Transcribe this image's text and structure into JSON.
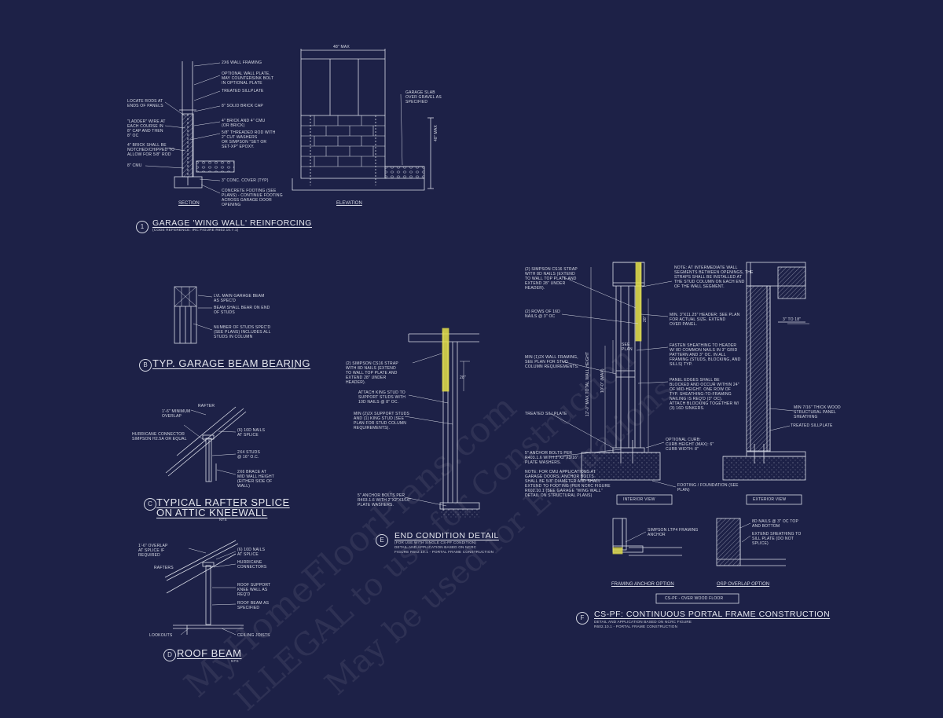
{
  "watermark": {
    "line1": "MyHomeFloorPlans.com",
    "line2": "ILLEGAL to use for Construction",
    "line3": "May be used for Evaluations"
  },
  "detail_a": {
    "marker": "1",
    "title": "GARAGE 'WING WALL' REINFORCING",
    "subtitle": "(CODE REFERENCE: IRC FIGURE R602.10.7.1)",
    "section_label": "SECTION",
    "elevation_label": "ELEVATION",
    "dim_top": "48\" MAX",
    "dim_side": "48\" MAX",
    "notes_left": [
      "LOCATE RODS AT\nENDS OF PANELS",
      "\"LADDER\" WIRE AT\nEACH COURSE IN\n8\" CAP AND THEN\n8\" OC",
      "4\" BRICK SHALL BE\nNOTCHED/CHIPPED TO\nALLOW FOR 5/8\" ROD",
      "8\" CMU"
    ],
    "notes_center": [
      "2x6 WALL FRAMING",
      "OPTIONAL WALL PLATE,\nMAY COUNTERSINK BOLT\nIN OPTIONAL PLATE",
      "TREATED SILLPLATE",
      "8\" SOLID BRICK CAP",
      "4\" BRICK AND 4\" CMU\n(OR BRICK)",
      "5/8\" THREADED ROD WITH\n2\" CUT WASHERS\nOR SIMPSON \"SET OR\nSET-XP\" EPOXY.",
      "3\" CONC. COVER (TYP)",
      "CONCRETE FOOTING (SEE\nPLANS) - CONTINUE FOOTING\nACROSS GARAGE DOOR\nOPENING"
    ],
    "note_right": "GARAGE SLAB\nOVER GRAVEL AS\nSPECIFIED"
  },
  "detail_b": {
    "marker": "B",
    "title": "TYP. GARAGE BEAM BEARING",
    "nts": "NTS",
    "notes": [
      "LVL MAIN GARAGE BEAM\nAS SPEC'D",
      "BEAM SHALL BEAR ON END\nOF STUDS",
      "NUMBER OF STUDS SPEC'D\n(SEE PLANS) INCLUDES ALL\nSTUDS IN COLUMN"
    ]
  },
  "detail_c": {
    "marker": "C",
    "title_line1": "TYPICAL RAFTER SPLICE",
    "title_line2": "ON ATTIC KNEEWALL",
    "nts": "NTS",
    "notes": [
      "RAFTER",
      "1'-6\" MINIMUM\nOVERLAP",
      "(6) 10d NAILS\nAT SPLICE",
      "HURRICANE CONNECTOR\nSIMPSON H2.5A OR EQUAL",
      "2x4 STUDS\n@ 16\" O.C.",
      "2x6 BRACE AT\nMID WALL HEIGHT\n(EITHER SIDE OF\nWALL)"
    ]
  },
  "detail_d": {
    "marker": "D",
    "title": "ROOF BEAM",
    "nts": "NTS",
    "notes": [
      "1'-6\" OVERLAP\nAT SPLICE IF\nREQUIRED",
      "(6) 10d NAILS\nAT SPLICE",
      "RAFTERS",
      "HURRICANE\nCONNECTORS",
      "ROOF SUPPORT\nKNEE WALL AS\nREQ'D",
      "ROOF BEAM AS\nSPECIFIED",
      "LOOKOUTS",
      "CEILING JOISTS"
    ]
  },
  "detail_e": {
    "marker": "E",
    "title": "END CONDITION DETAIL",
    "subtitle": "(FOR USE WITH SINGLE CS-PF CONDITION)\nDETAIL AND APPLICATION BASED ON NCRC\nFIGURE R602.10.1 - PORTAL FRAME CONSTRUCTION",
    "dim": "28\"",
    "notes": [
      "(2) SIMPSON CS16 STRAP\nWITH 8d NAILS (EXTEND\nTO WALL TOP PLATE AND\nEXTEND 28\" UNDER\nHEADER).",
      "ATTACH KING STUD TO\nSUPPORT STUDS WITH\n10d NAILS @ 8\" OC.",
      "MIN (2)2X SUPPORT STUDS\nAND (1) KING STUD (SEE\nPLAN FOR STUD COLUMN\nREQUIREMENTS).",
      "5\" ANCHOR BOLTS PER\nR403.1.6 WITH 2\"x2\"x3/16\"\nPLATE WASHERS."
    ]
  },
  "detail_f": {
    "marker": "F",
    "title": "CS-PF: CONTINUOUS PORTAL FRAME CONSTRUCTION",
    "subtitle": "DETAIL AND APPLICATION BASED ON NCRC FIGURE\nR602.10.1 - PORTAL FRAME CONSTRUCTION",
    "interior_label": "INTERIOR VIEW",
    "exterior_label": "EXTERIOR VIEW",
    "framing_label": "FRAMING ANCHOR OPTION",
    "osp_label": "OSP OVERLAP OPTION",
    "wood_floor": "CS-PF - OVER WOOD FLOOR",
    "dim_total": "12'-0\" MAX TOTAL WALL HEIGHT",
    "dim_max": "10'-0\" (MAX)",
    "dim_28": "28\"",
    "dim_see": "SEE\nPLAN",
    "dim_gap": "3\" TO 18\"",
    "notes_left": [
      "(2) SIMPSON CS16 STRAP\nWITH 8d NAILS (EXTEND\nTO WALL TOP PLATE AND\nEXTEND 28\" UNDER\nHEADER).",
      "(2) ROWS OF 16d\nNAILS @ 3\" OC",
      "MIN (1)2X WALL FRAMING,\nSEE PLAN FOR STUD\nCOLUMN REQUIREMENTS.",
      "TREATED SILLPLATE",
      "5\" ANCHOR BOLTS PER\nR403.1.6 WITH 2\"x2\"x3/16\"\nPLATE WASHERS.",
      "NOTE: FOR CMU APPLICATIONS AT\nGARAGE DOORS, ANCHOR BOLTS\nSHALL BE 5/8\" DIAMETER AND SHALL\nEXTEND TO FOOTING (PER NCRC FIGURE\nR602.10.1 (SEE GARAGE \"WING WALL\"\nDETAIL ON STRUCTURAL PLANS)"
    ],
    "notes_mid": [
      "NOTE: AT INTERMEDIATE WALL\nSEGMENTS BETWEEN OPENINGS, THE\nSTRAPS SHALL BE INSTALLED AT\nTHE STUD COLUMN ON EACH END\nOF THE WALL SEGMENT.",
      "MIN. 3\"x11.25\" HEADER: SEE PLAN\nFOR ACTUAL SIZE. EXTEND\nOVER PANEL.",
      "FASTEN SHEATHING TO HEADER\nW/ 8d COMMON NAILS IN 3\" GRID\nPATTERN AND 3\" OC. IN ALL\nFRAMING (STUDS, BLOCKING, AND\nSILLS) TYP.",
      "PANEL EDGES SHALL BE\nBLOCKED AND OCCUR WITHIN 24\"\nOF MID-HEIGHT. ONE ROW OF\nTYP. SHEATHING-TO-FRAMING\nNAILING IS REQ'D (3\" OC).\nATTACH BLOCKING TOGETHER W/\n(3) 16d SINKERS.",
      "OPTIONAL CURB:\nCURB HEIGHT (MAX): 6\"\nCURB WIDTH: 8\"",
      "FOOTING / FOUNDATION (SEE\nPLAN)"
    ],
    "notes_right": [
      "MIN 7/16\" THICK WOOD\nSTRUCTURAL PANEL\nSHEATHING",
      "TREATED SILLPLATE"
    ],
    "notes_bottom": [
      "SIMPSON LTP4 FRAMING\nANCHOR",
      "8d NAILS @ 3\" OC TOP\nAND BOTTOM",
      "EXTEND SHEATHING TO\nSILL PLATE (DO NOT\nSPLICE)"
    ]
  },
  "colors": {
    "background": "#1d2147",
    "lines": "#d8dbe6",
    "highlight": "#e6e24a"
  }
}
